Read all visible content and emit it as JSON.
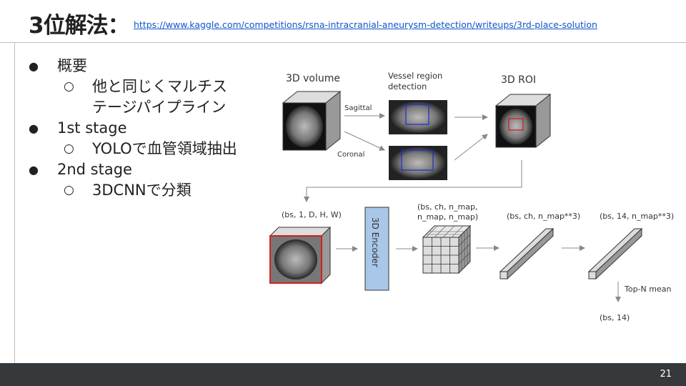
{
  "slide": {
    "title": "3位解法：",
    "link": "https://www.kaggle.com/competitions/rsna-intracranial-aneurysm-detection/writeups/3rd-place-solution",
    "page_number": "21"
  },
  "bullets": {
    "b1": "概要",
    "b1_sub1_line1": "他と同じくマルチス",
    "b1_sub1_line2": "テージパイプライン",
    "b2": "1st stage",
    "b2_sub1": "YOLOで血管領域抽出",
    "b3": "2nd stage",
    "b3_sub1": "3DCNNで分類"
  },
  "diagram": {
    "volume_label": "3D volume",
    "vessel_label_line1": "Vessel region",
    "vessel_label_line2": "detection",
    "roi_label": "3D ROI",
    "sagittal": "Sagittal",
    "coronal": "Coronal",
    "shape1": "(bs, 1, D, H, W)",
    "encoder": "3D Encoder",
    "shape2_line1": "(bs, ch, n_map,",
    "shape2_line2": "n_map, n_map)",
    "shape3": "(bs, ch, n_map**3)",
    "shape4": "(bs, 14, n_map**3)",
    "topn": "Top-N mean",
    "shape5": "(bs, 14)"
  }
}
